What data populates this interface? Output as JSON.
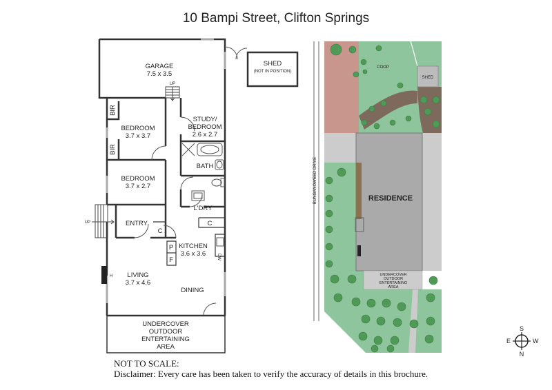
{
  "title": "10 Bampi Street, Clifton Springs",
  "rooms": {
    "garage": {
      "name": "GARAGE",
      "size": "7.5 x 3.5"
    },
    "shed": {
      "name": "SHED",
      "note": "(NOT IN POSITION)"
    },
    "study": {
      "name_line1": "STUDY/",
      "name_line2": "BEDROOM",
      "size": "2.6 x 2.7"
    },
    "bedroom1": {
      "name": "BEDROOM",
      "size": "3.7 x 3.7"
    },
    "bedroom2": {
      "name": "BEDROOM",
      "size": "3.7 x 2.7"
    },
    "bath": {
      "name": "BATH"
    },
    "laundry": {
      "name": "L'DRY"
    },
    "entry": {
      "name": "ENTRY"
    },
    "kitchen": {
      "name": "KITCHEN",
      "size": "3.6 x 3.6"
    },
    "living": {
      "name": "LIVING",
      "size": "3.7 x 4.6"
    },
    "dining": {
      "name": "DINING"
    },
    "outdoor": {
      "line1": "UNDERCOVER",
      "line2": "OUTDOOR",
      "line3": "ENTERTAINING",
      "line4": "AREA"
    }
  },
  "fixtures": {
    "bir": "BIR",
    "up": "UP",
    "cupboard": "C",
    "pantry": "P",
    "fridge": "F",
    "dishwasher": "DW",
    "heater": "H"
  },
  "site": {
    "coop": "COOP",
    "shed": "SHED",
    "residence": "RESIDENCE",
    "street": "BUNGANOWEED DRIVE",
    "outdoor_line1": "UNDERCOVER",
    "outdoor_line2": "OUTDOOR",
    "outdoor_line3": "ENTERTAINING",
    "outdoor_line4": "AREA"
  },
  "compass": {
    "n": "N",
    "s": "S",
    "e": "E",
    "w": "W"
  },
  "notes": {
    "scale": "NOT TO SCALE:",
    "disclaimer": "Disclaimer: Every care has been taken to verify the accuracy of details in this brochure."
  },
  "colors": {
    "wall": "#333333",
    "lawn": "#8fc59d",
    "paving": "#cccccc",
    "brick_area": "#c9968e",
    "garden_bed": "#7e6a5c",
    "residence": "#aaaaaa",
    "tree": "#4f9a56"
  }
}
